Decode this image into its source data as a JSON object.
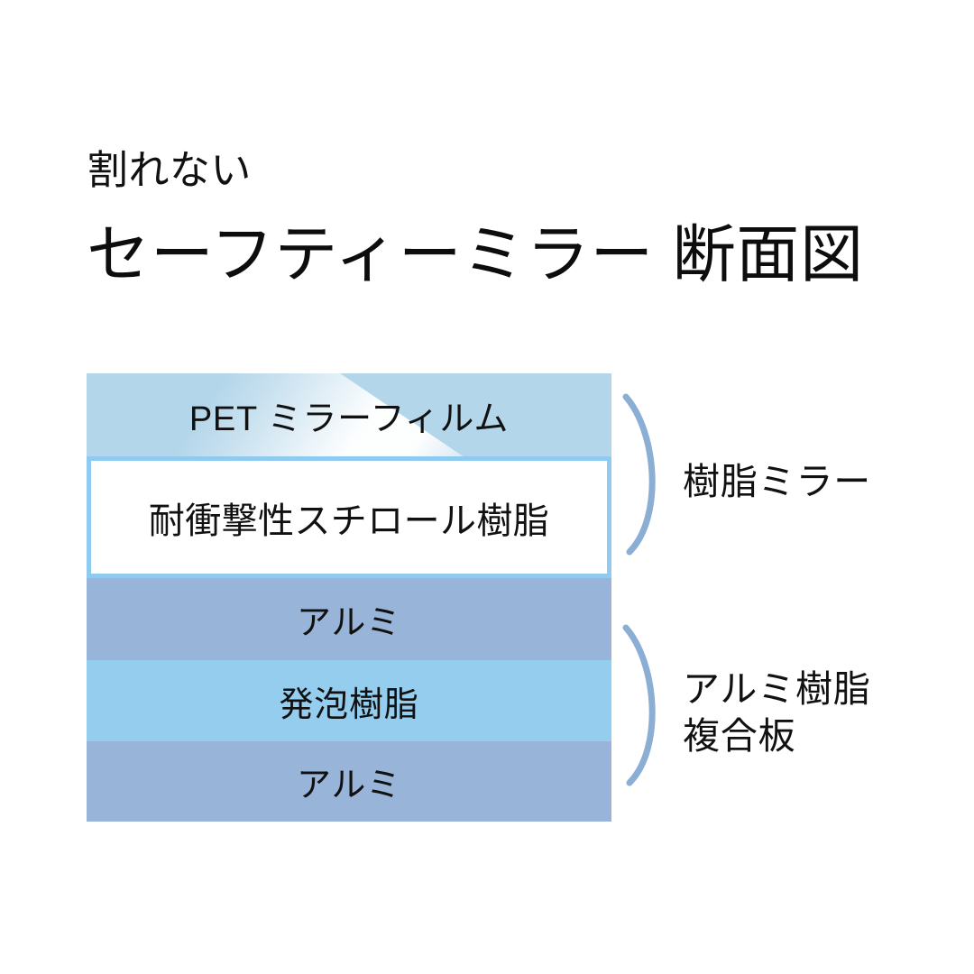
{
  "heading": {
    "kicker": "割れない",
    "title": "セーフティーミラー 断面図"
  },
  "diagram": {
    "layers": [
      {
        "key": "pet",
        "label": "PET ミラーフィルム",
        "color": "#b4d6ea",
        "effect": "gloss-highlight"
      },
      {
        "key": "styrene",
        "label": "耐衝撃性スチロール樹脂",
        "color": "#ffffff",
        "border_color": "#8fcaf0"
      },
      {
        "key": "alu_top",
        "label": "アルミ",
        "color": "#98b5d9"
      },
      {
        "key": "foam",
        "label": "発泡樹脂",
        "color": "#95cdef"
      },
      {
        "key": "alu_bottom",
        "label": "アルミ",
        "color": "#98b5d9"
      }
    ],
    "groups": [
      {
        "key": "resin_mirror",
        "label": "樹脂ミラー",
        "brace_color": "#8aaed4",
        "covers": [
          "pet",
          "styrene"
        ]
      },
      {
        "key": "alu_composite",
        "label": "アルミ樹脂\n複合板",
        "brace_color": "#8aaed4",
        "covers": [
          "alu_top",
          "foam",
          "alu_bottom"
        ]
      }
    ]
  },
  "colors": {
    "background": "#ffffff",
    "text": "#111111",
    "pet_film": "#b4d6ea",
    "aluminium": "#98b5d9",
    "foam_resin": "#95cdef",
    "styrene_border": "#8fcaf0",
    "brace": "#8aaed4"
  }
}
